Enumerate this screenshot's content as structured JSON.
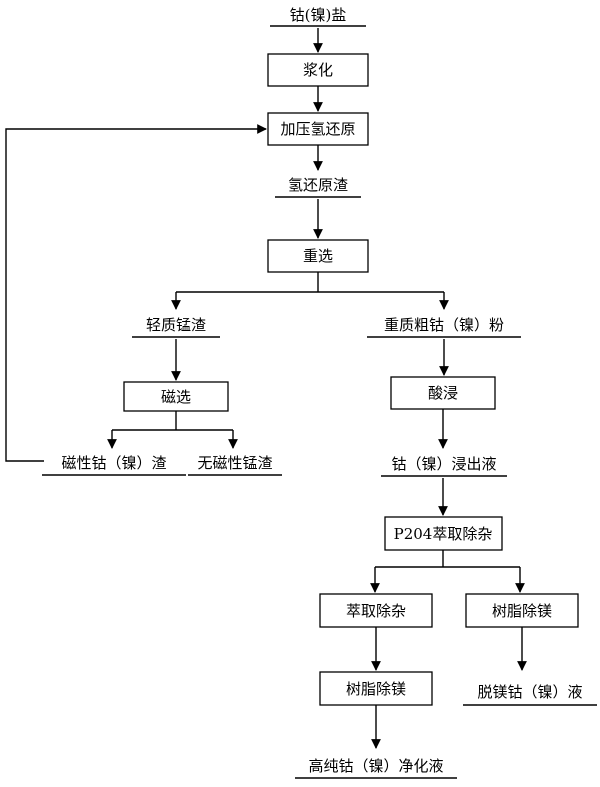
{
  "nodes": {
    "salt": "钴(镍)盐",
    "slurry": "浆化",
    "h2_reduction": "加压氢还原",
    "h2_residue": "氢还原渣",
    "gravity": "重选",
    "light_mn": "轻质锰渣",
    "heavy_powder": "重质粗钴（镍）粉",
    "magnetic_sep": "磁选",
    "acid_leach": "酸浸",
    "magnetic_residue": "磁性钴（镍）渣",
    "nonmagnetic_mn": "无磁性锰渣",
    "leach_liquor": "钴（镍）浸出液",
    "p204": "P204萃取除杂",
    "extraction": "萃取除杂",
    "resin_right": "树脂除镁",
    "resin_left": "树脂除镁",
    "demg_liquor": "脱镁钴（镍）液",
    "pure_liquor": "高纯钴（镍）净化液"
  }
}
